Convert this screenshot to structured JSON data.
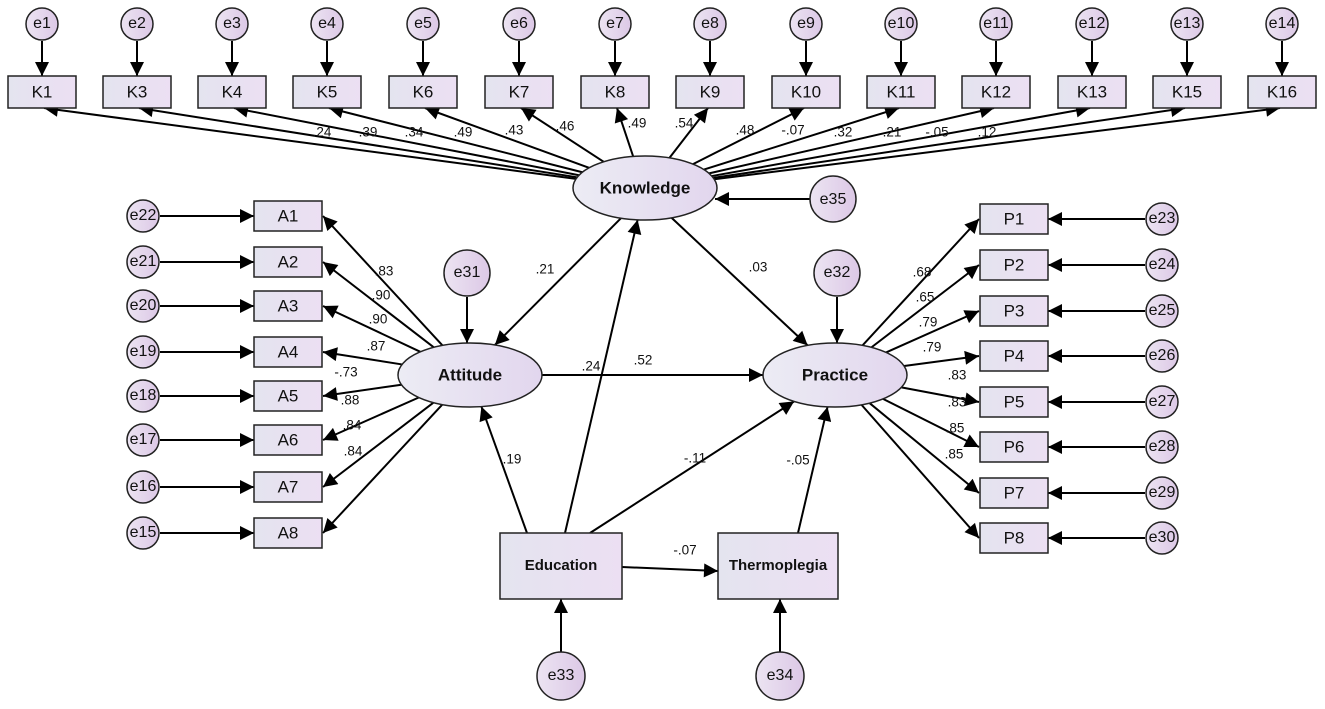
{
  "colors": {
    "fill_light": "#ebe6f4",
    "fill_mid": "#dccde8",
    "stroke": "#222222",
    "arrow": "#000000",
    "background": "#ffffff"
  },
  "knowledge_items": [
    "K1",
    "K3",
    "K4",
    "K5",
    "K6",
    "K7",
    "K8",
    "K9",
    "K10",
    "K11",
    "K12",
    "K13",
    "K15",
    "K16"
  ],
  "knowledge_errors": [
    "e1",
    "e2",
    "e3",
    "e4",
    "e5",
    "e6",
    "e7",
    "e8",
    "e9",
    "e10",
    "e11",
    "e12",
    "e13",
    "e14"
  ],
  "knowledge_loadings": [
    ".24",
    ".39",
    ".34",
    ".49",
    ".43",
    ".46",
    ".49",
    ".54",
    ".48",
    "-.07",
    ".32",
    ".21",
    "-.05",
    ".12"
  ],
  "attitude_items": [
    "A1",
    "A2",
    "A3",
    "A4",
    "A5",
    "A6",
    "A7",
    "A8"
  ],
  "attitude_errors": [
    "e22",
    "e21",
    "e20",
    "e19",
    "e18",
    "e17",
    "e16",
    "e15"
  ],
  "attitude_loadings": [
    ".83",
    ".90",
    ".90",
    ".87",
    "-.73",
    ".88",
    ".84",
    ".84"
  ],
  "practice_items": [
    "P1",
    "P2",
    "P3",
    "P4",
    "P5",
    "P6",
    "P7",
    "P8"
  ],
  "practice_errors": [
    "e23",
    "e24",
    "e25",
    "e26",
    "e27",
    "e28",
    "e29",
    "e30"
  ],
  "practice_loadings": [
    ".68",
    ".65",
    ".79",
    ".79",
    ".83",
    ".83",
    ".85",
    ".85"
  ],
  "latent": {
    "knowledge": "Knowledge",
    "attitude": "Attitude",
    "practice": "Practice"
  },
  "observed": {
    "education": "Education",
    "thermoplegia": "Thermoplegia"
  },
  "disturbances": {
    "knowledge": "e35",
    "attitude": "e31",
    "practice": "e32",
    "education": "e33",
    "thermoplegia": "e34"
  },
  "paths": {
    "knowledge_attitude": ".21",
    "knowledge_practice": ".03",
    "attitude_practice_a": ".24",
    "attitude_practice_b": ".52",
    "education_attitude": ".19",
    "education_practice": "-.11",
    "education_thermoplegia": "-.07",
    "thermoplegia_practice": "-.05"
  }
}
